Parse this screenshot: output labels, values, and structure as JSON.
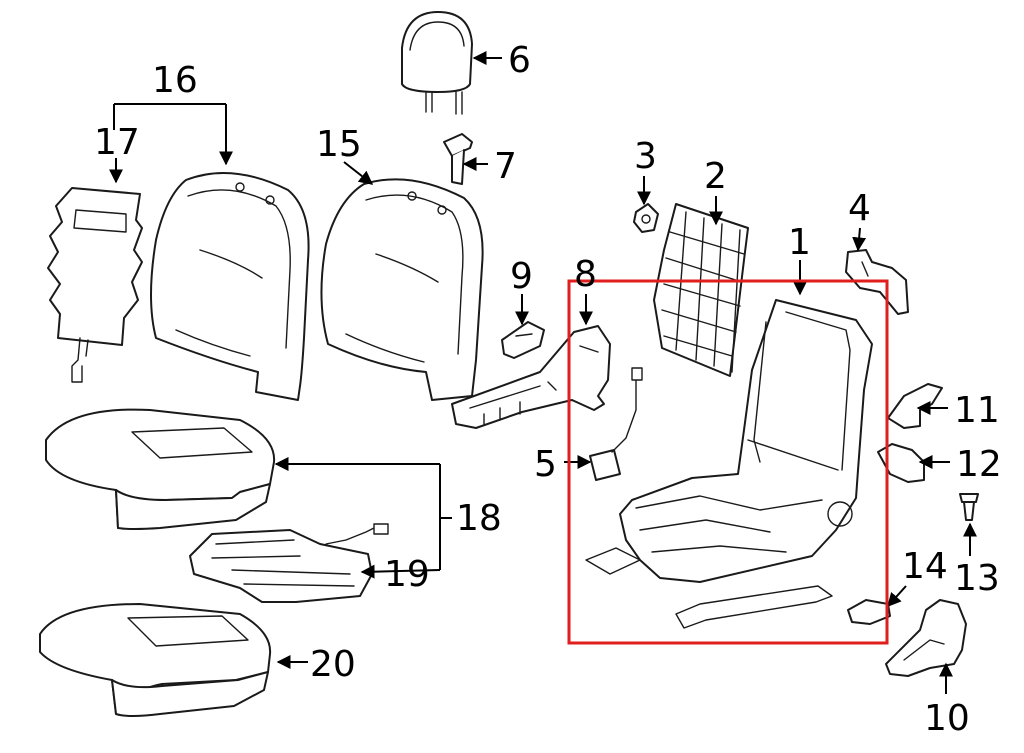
{
  "colors": {
    "line": "#1a1a1a",
    "highlight": "#e01e1e",
    "background": "#ffffff"
  },
  "callouts": [
    {
      "id": "1",
      "text": "1"
    },
    {
      "id": "2",
      "text": "2"
    },
    {
      "id": "3",
      "text": "3"
    },
    {
      "id": "4",
      "text": "4"
    },
    {
      "id": "5",
      "text": "5"
    },
    {
      "id": "6",
      "text": "6"
    },
    {
      "id": "7",
      "text": "7"
    },
    {
      "id": "8",
      "text": "8"
    },
    {
      "id": "9",
      "text": "9"
    },
    {
      "id": "10",
      "text": "10"
    },
    {
      "id": "11",
      "text": "11"
    },
    {
      "id": "12",
      "text": "12"
    },
    {
      "id": "13",
      "text": "13"
    },
    {
      "id": "14",
      "text": "14"
    },
    {
      "id": "15",
      "text": "15"
    },
    {
      "id": "16",
      "text": "16"
    },
    {
      "id": "17",
      "text": "17"
    },
    {
      "id": "18",
      "text": "18"
    },
    {
      "id": "19",
      "text": "19"
    },
    {
      "id": "20",
      "text": "20"
    }
  ]
}
